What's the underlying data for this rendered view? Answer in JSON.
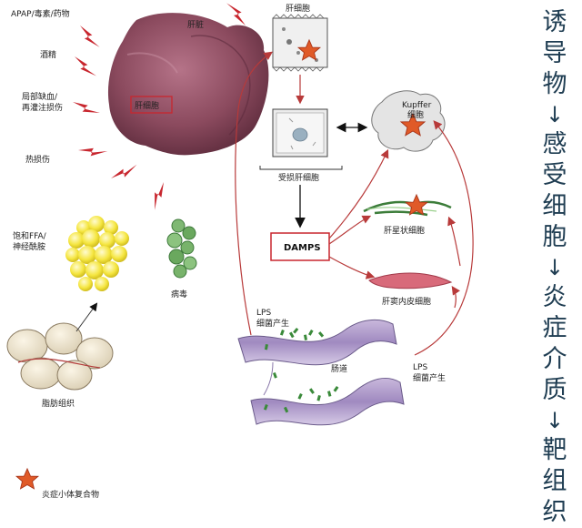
{
  "insults": {
    "apap": "APAP/毒素/药物",
    "alcohol": "酒精",
    "ischemia_line1": "局部缺血/",
    "ischemia_line2": "再灌注损伤",
    "heat": "热损伤",
    "ffa_line1": "饱和FFA/",
    "ffa_line2": "神经酰胺",
    "virus": "病毒",
    "adipose": "脂肪组织"
  },
  "liver": {
    "organ": "肝脏",
    "hepatocyte_box": "肝细胞"
  },
  "cells": {
    "hepatocyte": "肝细胞",
    "damaged_hepatocyte": "受损肝细胞",
    "kupffer_line1": "Kupffer",
    "kupffer_line2": "细胞",
    "stellate": "肝星状细胞",
    "sinusoidal": "肝窦内皮细胞"
  },
  "damps": "DAMPS",
  "gut": {
    "intestine": "肠道",
    "lps_left_line1": "LPS",
    "lps_left_line2": "细菌产生",
    "lps_right_line1": "LPS",
    "lps_right_line2": "细菌产生"
  },
  "legend": {
    "inflammasome": "炎症小体复合物"
  },
  "sidebar": {
    "chars": [
      "诱",
      "导",
      "物",
      "↓",
      "感",
      "受",
      "细",
      "胞",
      "↓",
      "炎",
      "症",
      "介",
      "质",
      "↓",
      "靶",
      "组",
      "织"
    ]
  },
  "colors": {
    "lightning": "#c8262e",
    "liver": "#8b4a5e",
    "arrow_red": "#b83a3a",
    "star": "#e05a28",
    "text_side": "#1f3d52"
  }
}
